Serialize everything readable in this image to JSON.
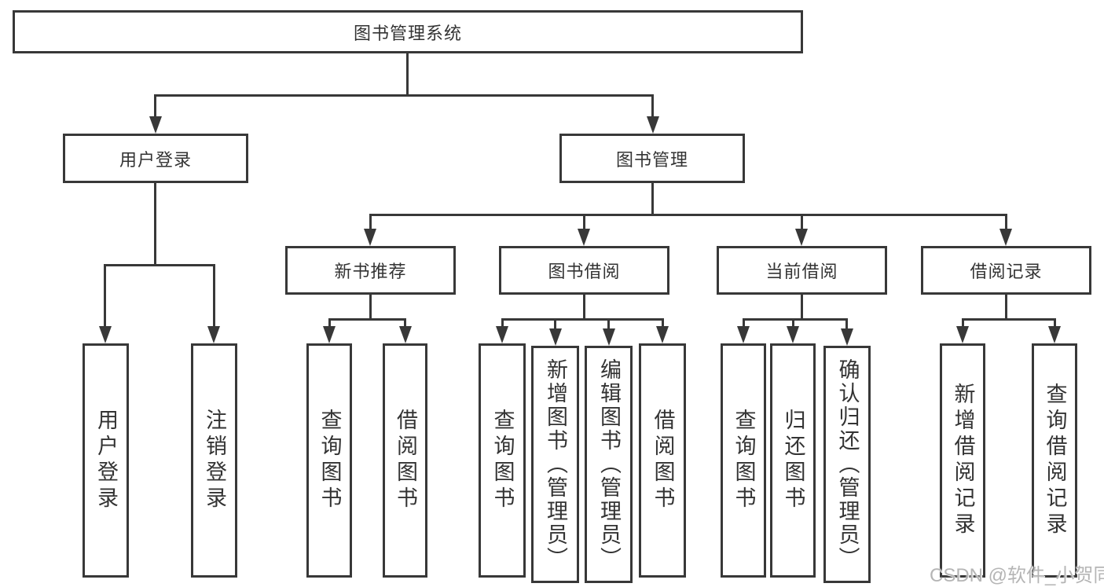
{
  "diagram": {
    "root": "图书管理系统",
    "branches": [
      {
        "label": "用户登录",
        "children": [
          {
            "label": "用户登录"
          },
          {
            "label": "注销登录"
          }
        ]
      },
      {
        "label": "图书管理",
        "groups": [
          {
            "label": "新书推荐",
            "children": [
              {
                "label": "查询图书"
              },
              {
                "label": "借阅图书"
              }
            ]
          },
          {
            "label": "图书借阅",
            "children": [
              {
                "label": "查询图书"
              },
              {
                "label": "新增图书（管理员）"
              },
              {
                "label": "编辑图书（管理员）"
              },
              {
                "label": "借阅图书"
              }
            ]
          },
          {
            "label": "当前借阅",
            "children": [
              {
                "label": "查询图书"
              },
              {
                "label": "归还图书"
              },
              {
                "label": "确认归还（管理员）"
              }
            ]
          },
          {
            "label": "借阅记录",
            "children": [
              {
                "label": "新增借阅记录"
              },
              {
                "label": "查询借阅记录"
              }
            ]
          }
        ]
      }
    ]
  },
  "watermark": {
    "text": "CSDN @软件_小贺同学"
  },
  "colors": {
    "line": "#383838",
    "text": "#333333",
    "background": "#ffffff",
    "watermark": "#b5b5b5"
  }
}
